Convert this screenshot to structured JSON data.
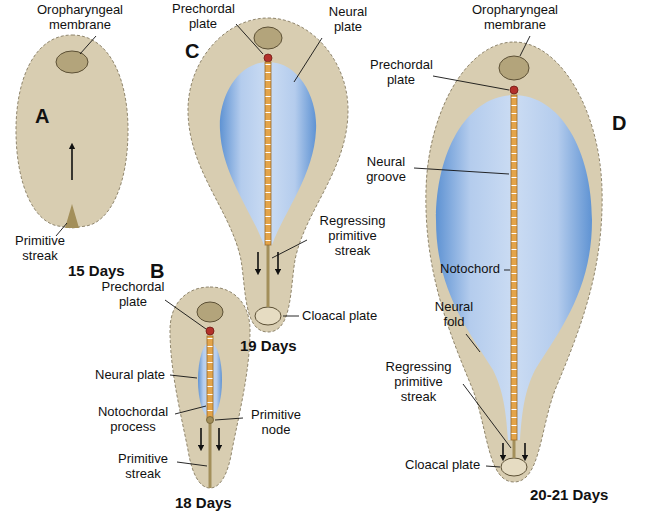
{
  "diagram": {
    "labels": [
      "Oropharyngeal membrane",
      "A",
      "Primitive streak",
      "15 Days",
      "Prechordal plate",
      "B",
      "Neural plate",
      "Notochordal process",
      "Primitive node",
      "Primitive streak",
      "18 Days",
      "Prechordal plate",
      "C",
      "Neural plate",
      "Regressing primitive streak",
      "Cloacal plate",
      "19 Days",
      "Oropharyngeal membrane",
      "Prechordal plate",
      "D",
      "Neural groove",
      "Notochord",
      "Neural fold",
      "Regressing primitive streak",
      "Cloacal plate",
      "20-21 Days"
    ]
  }
}
